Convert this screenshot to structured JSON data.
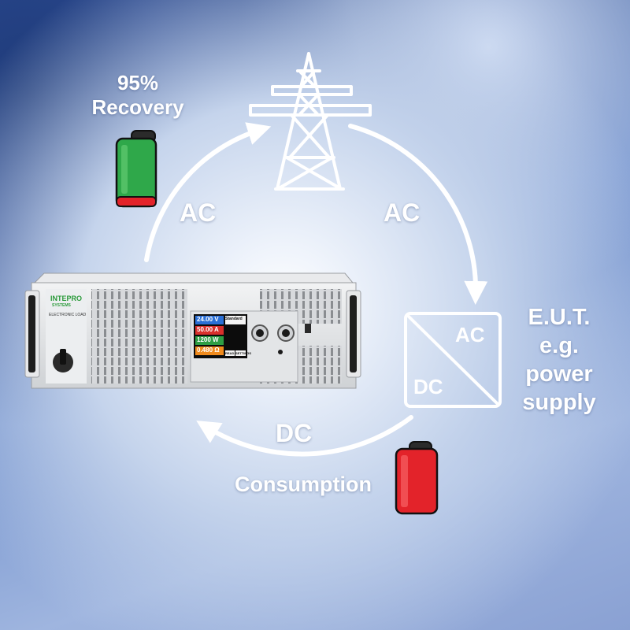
{
  "recovery": {
    "percent": "95%",
    "text": "Recovery"
  },
  "arrows": {
    "ac_left": "AC",
    "ac_right": "AC",
    "dc_bottom": "DC"
  },
  "consumption": {
    "text": "Consumption"
  },
  "eut": {
    "line1": "E.U.T.",
    "line2": "e.g.",
    "line3": "power",
    "line4": "supply",
    "box_ac": "AC",
    "box_dc": "DC"
  },
  "device": {
    "brand": "INTEPRO",
    "brand_sub": "SYSTEMS",
    "model_text": "ELECTRONIC LOAD",
    "screen": {
      "voltage": "24.00 V",
      "current": "50.00 A",
      "power": "1200 W",
      "resistance": "0.480 Ω",
      "mode": "Standard",
      "btn_left": "READ",
      "btn_right": "SETTINGS"
    }
  },
  "colors": {
    "battery_green": "#2fa84a",
    "battery_red": "#e3232a",
    "arrow_white": "#ffffff",
    "screen_blue": "#2a6fd6",
    "screen_red": "#d9302c",
    "screen_green": "#2e9e44",
    "screen_orange": "#f08a1c"
  }
}
